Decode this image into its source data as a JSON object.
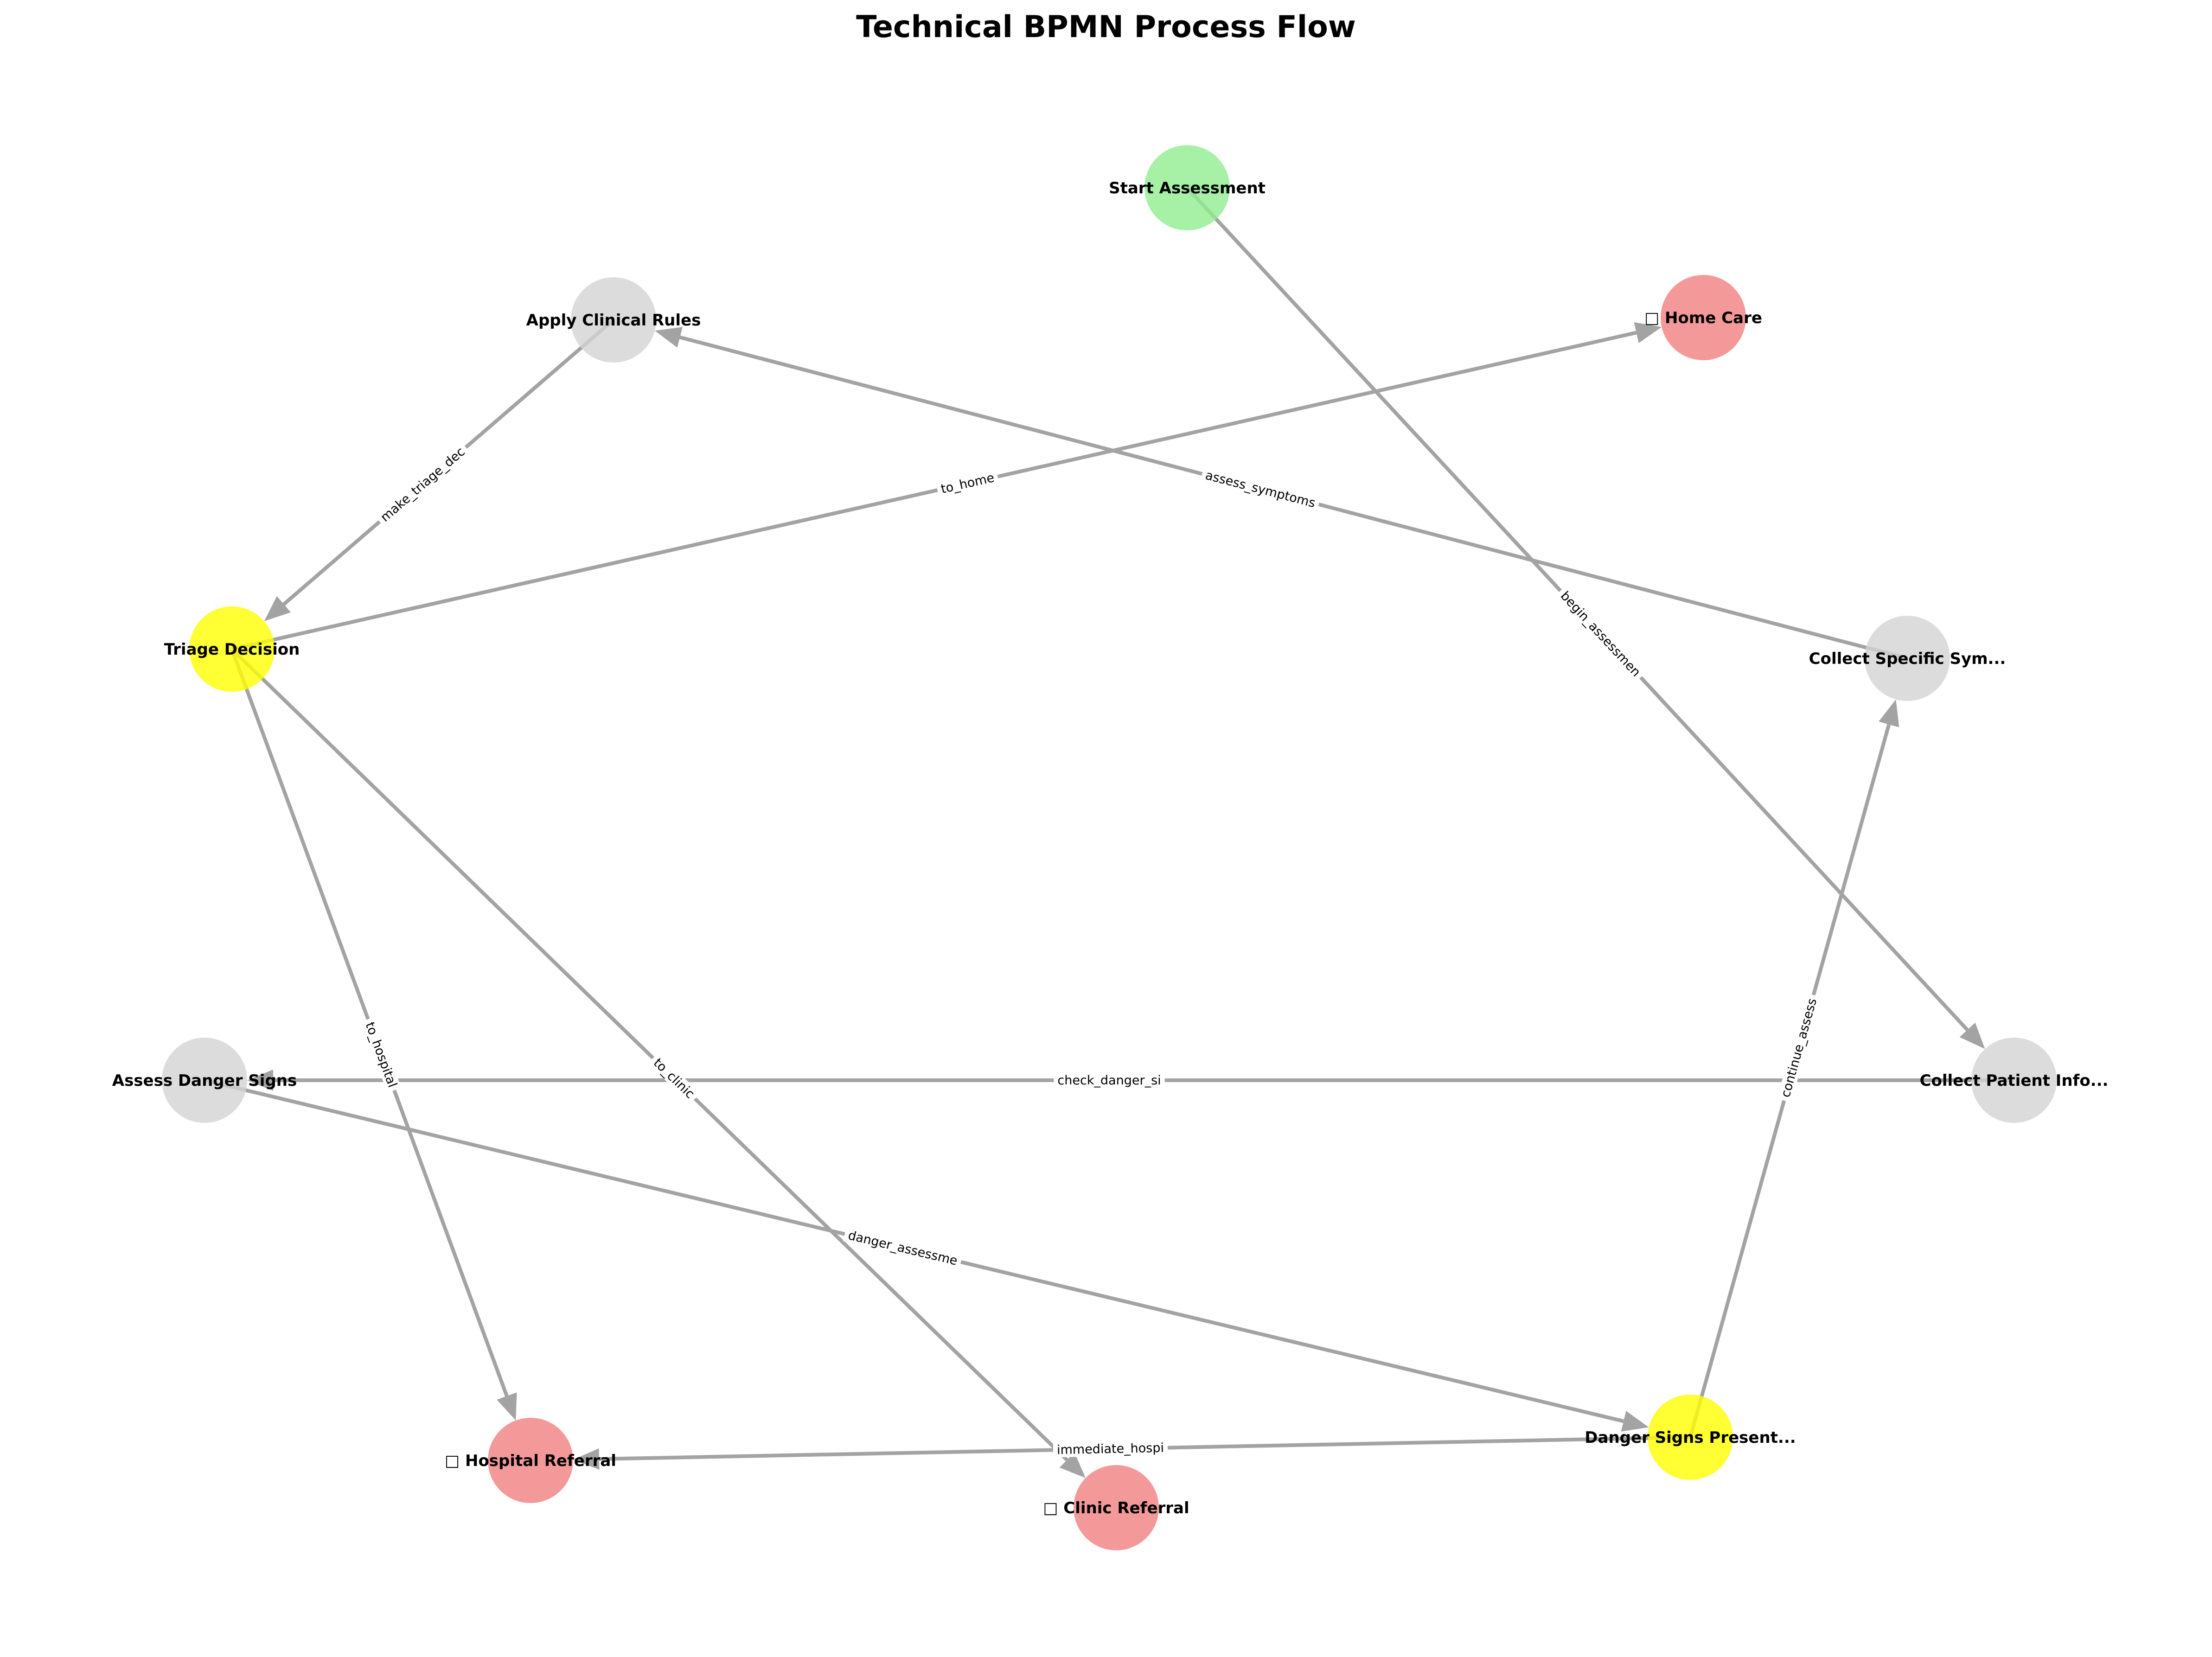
{
  "title": "Technical BPMN Process Flow",
  "colors": {
    "start": "#90ee90",
    "task": "#d3d3d3",
    "gateway": "#ffff00",
    "end": "#f08080",
    "edge": "#a3a3a3"
  },
  "nodes": [
    {
      "id": "start",
      "label": "Start Assessment",
      "kind": "start"
    },
    {
      "id": "apply_rules",
      "label": "Apply Clinical Rules",
      "kind": "task"
    },
    {
      "id": "home_care",
      "label": "□ Home Care",
      "kind": "end"
    },
    {
      "id": "triage",
      "label": "Triage Decision",
      "kind": "gateway"
    },
    {
      "id": "collect_symptoms",
      "label": "Collect Specific Sym...",
      "kind": "task"
    },
    {
      "id": "assess_danger",
      "label": "Assess Danger Signs",
      "kind": "task"
    },
    {
      "id": "collect_patient",
      "label": "Collect Patient Info...",
      "kind": "task"
    },
    {
      "id": "hospital",
      "label": "□ Hospital Referral",
      "kind": "end"
    },
    {
      "id": "clinic",
      "label": "□ Clinic Referral",
      "kind": "end"
    },
    {
      "id": "danger_present",
      "label": "Danger Signs Present...",
      "kind": "gateway"
    }
  ],
  "edges": [
    {
      "from": "start",
      "to": "collect_patient",
      "label": "begin_assessmen"
    },
    {
      "from": "collect_patient",
      "to": "assess_danger",
      "label": "check_danger_si"
    },
    {
      "from": "assess_danger",
      "to": "danger_present",
      "label": "danger_assessme"
    },
    {
      "from": "danger_present",
      "to": "hospital",
      "label": "immediate_hospi"
    },
    {
      "from": "danger_present",
      "to": "collect_symptoms",
      "label": "continue_assess"
    },
    {
      "from": "collect_symptoms",
      "to": "apply_rules",
      "label": "assess_symptoms"
    },
    {
      "from": "apply_rules",
      "to": "triage",
      "label": "make_triage_dec"
    },
    {
      "from": "triage",
      "to": "home_care",
      "label": "to_home"
    },
    {
      "from": "triage",
      "to": "clinic",
      "label": "to_clinic"
    },
    {
      "from": "triage",
      "to": "hospital",
      "label": "to_hospital"
    }
  ]
}
